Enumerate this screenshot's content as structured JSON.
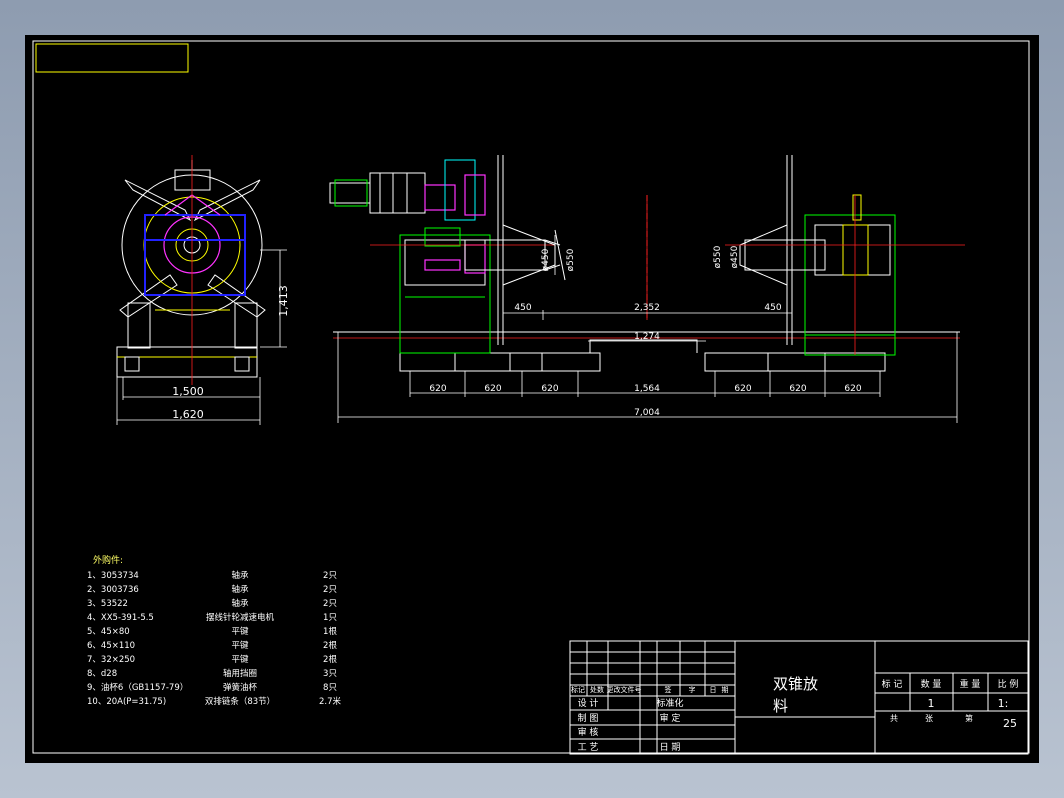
{
  "drawing": {
    "title_line1": "双锥放",
    "title_line2": "料"
  },
  "front_view_dims": {
    "height": "1,413",
    "inner_width": "1,500",
    "outer_width": "1,620"
  },
  "side_view_dims": {
    "d1": "ø450",
    "d2": "ø550",
    "d3": "ø550",
    "d4": "ø450",
    "offset_left": "450",
    "span": "2,352",
    "offset_right": "450",
    "inner": "1,274",
    "center": "1,564",
    "total": "7,004",
    "pitch_labels": [
      "620",
      "620",
      "620",
      "620",
      "620",
      "620"
    ]
  },
  "parts_list": {
    "heading": "外购件:",
    "rows": [
      {
        "item": "1、3053734",
        "name": "轴承",
        "qty": "2只"
      },
      {
        "item": "2、3003736",
        "name": "轴承",
        "qty": "2只"
      },
      {
        "item": "3、53522",
        "name": "轴承",
        "qty": "2只"
      },
      {
        "item": "4、XX5-391-5.5",
        "name": "摆线针轮减速电机",
        "qty": "1只"
      },
      {
        "item": "5、45×80",
        "name": "平键",
        "qty": "1根"
      },
      {
        "item": "6、45×110",
        "name": "平键",
        "qty": "2根"
      },
      {
        "item": "7、32×250",
        "name": "平键",
        "qty": "2根"
      },
      {
        "item": "8、d28",
        "name": "轴用挡圈",
        "qty": "3只"
      },
      {
        "item": "9、油杯6（GB1157-79）",
        "name": "弹簧油杯",
        "qty": "8只"
      },
      {
        "item": "10、20A(P=31.75)",
        "name": "双排链条（83节）",
        "qty": "2.7米"
      }
    ]
  },
  "title_block": {
    "rev_headers": [
      "标记",
      "处数",
      "更改文件号",
      "签",
      "字",
      "日",
      "期"
    ],
    "design": "设 计",
    "standardize": "标准化",
    "draw": "制 图",
    "review": "审 定",
    "check": "审 核",
    "process": "工 艺",
    "date": "日 期",
    "mark": "标 记",
    "quantity": "数 量",
    "weight": "重 量",
    "scale": "比 例",
    "qty_value": "1",
    "scale_value": "1:",
    "total_sheets": "共",
    "sheet_unit": "张",
    "sheet_no": "第",
    "sheet_count": "25"
  }
}
